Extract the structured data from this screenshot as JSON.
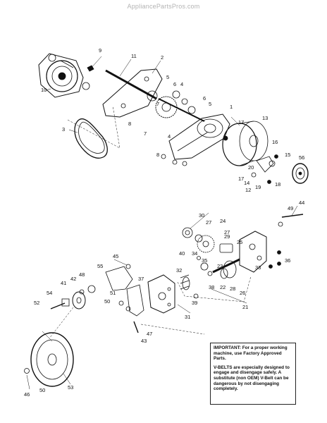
{
  "watermark": "AppliancePartsPros.com",
  "note": {
    "important": "IMPORTANT: For a proper working machine, use Factory Approved Parts.",
    "vbelts": "V-BELTS are especially designed to engage and disengage safely. A substitute (non OEM) V-Belt can be dangerous by not disengaging completely."
  },
  "callouts": [
    "1",
    "2",
    "3",
    "4",
    "5",
    "6",
    "7",
    "8",
    "9",
    "10",
    "11",
    "12",
    "13",
    "14",
    "15",
    "16",
    "17",
    "18",
    "19",
    "20",
    "21",
    "22",
    "23",
    "24",
    "25",
    "26",
    "27",
    "28",
    "29",
    "30",
    "31",
    "32",
    "33",
    "34",
    "35",
    "36",
    "37",
    "38",
    "39",
    "40",
    "41",
    "42",
    "43",
    "44",
    "45",
    "46",
    "47",
    "48",
    "49",
    "50",
    "51",
    "52",
    "53",
    "54",
    "55",
    "56"
  ]
}
